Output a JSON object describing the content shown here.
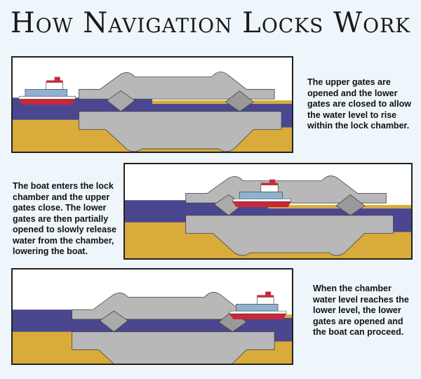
{
  "title": "How Navigation Locks Work",
  "colors": {
    "water": "#4a4790",
    "ground": "#d9ab3a",
    "concrete": "#b8b8b8",
    "background": "#eef6fb"
  },
  "steps": [
    {
      "caption": "The upper gates are opened and the lower gates are closed to allow the water level to rise within the lock chamber."
    },
    {
      "caption": "The boat enters the lock chamber and the upper gates close. The lower gates are then partially opened to slowly release water from the chamber, lowering the boat."
    },
    {
      "caption": "When the chamber water level reaches the lower level, the lower gates are opened and the boat can proceed."
    }
  ]
}
